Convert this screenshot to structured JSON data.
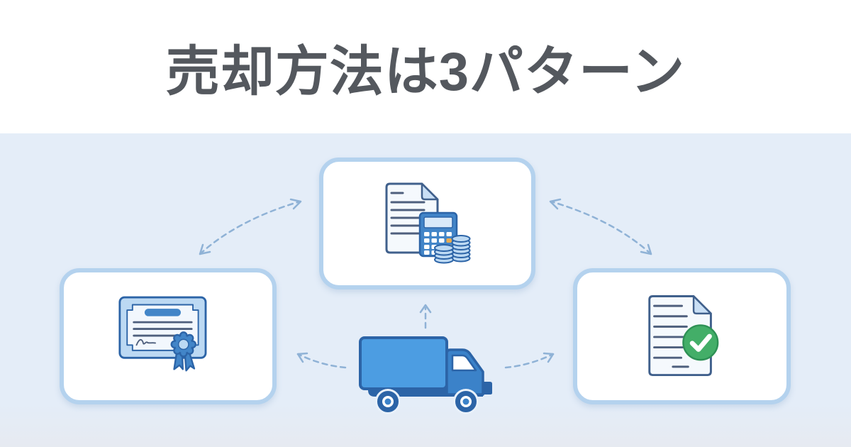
{
  "header": {
    "title": "売却方法は3パターン"
  },
  "diagram": {
    "center_icon": "delivery-truck-icon",
    "cards": [
      {
        "position": "top",
        "icon": "document-calculator-coins-icon"
      },
      {
        "position": "left",
        "icon": "certificate-award-icon"
      },
      {
        "position": "right",
        "icon": "document-approved-icon"
      }
    ],
    "arrows": [
      {
        "name": "arrow-left-card-top-card",
        "style": "dashed curved double-headed"
      },
      {
        "name": "arrow-top-card-right-card",
        "style": "dashed curved double-headed"
      },
      {
        "name": "arrow-truck-to-top-card",
        "style": "dashed straight up"
      },
      {
        "name": "arrow-truck-to-left-card",
        "style": "dashed curved left"
      },
      {
        "name": "arrow-truck-to-right-card",
        "style": "dashed curved right"
      }
    ]
  },
  "colors": {
    "header_bg": "#ffffff",
    "title_color": "#54585e",
    "body_bg": "#e4edf8",
    "card_bg": "#ffffff",
    "card_border": "#b4d2ee",
    "arrow": "#8fb2d6",
    "outline_dark": "#2c64a7",
    "blue_mid": "#4285c8",
    "truck_cargo": "#4c9de2",
    "truck_cab": "#3b82c9",
    "doc_fill": "#f5f9fd",
    "doc_stroke": "#40608c",
    "fold_fill": "#c9dff5",
    "line_color": "#4e5f7d",
    "coin_fill": "#bcd9f3",
    "display_fill": "#d9e9f9",
    "button_white": "#ffffff",
    "orange": "#e9ab50",
    "green": "#43ae68",
    "check_white": "#ffffff"
  }
}
